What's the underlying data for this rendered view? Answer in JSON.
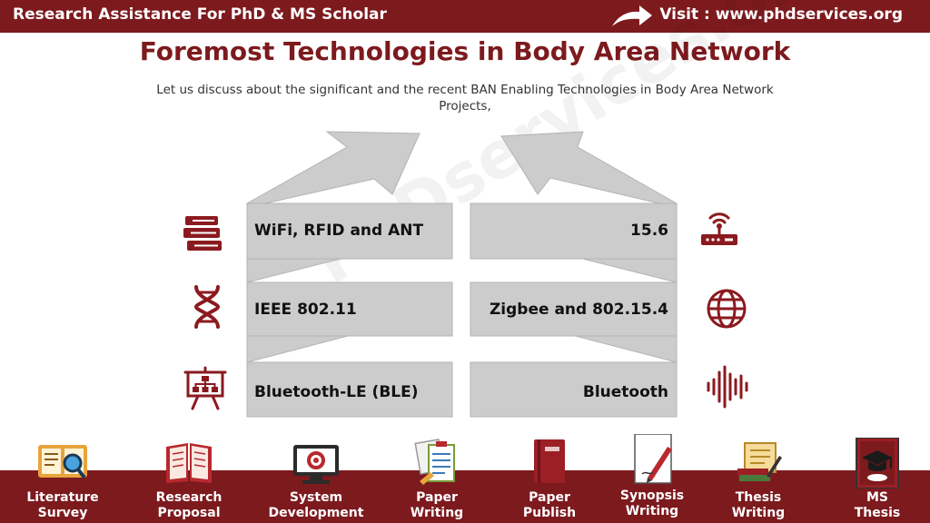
{
  "header": {
    "brand": "Research Assistance For PhD & MS Scholar",
    "visit": "Visit : www.phdservices.org"
  },
  "title": "Foremost Technologies in Body Area Network",
  "subtitle": "Let us discuss about the significant and the recent BAN Enabling Technologies in Body Area Network Projects,",
  "watermark": "PhDservices.org",
  "technologies": {
    "left": [
      "WiFi, RFID and ANT",
      "IEEE 802.11",
      "Bluetooth-LE (BLE)"
    ],
    "right": [
      "15.6",
      "Zigbee and 802.15.4",
      "Bluetooth"
    ]
  },
  "icons": {
    "left": [
      "books-icon",
      "dna-icon",
      "presentation-board-icon"
    ],
    "right": [
      "router-icon",
      "globe-icon",
      "sound-wave-icon"
    ]
  },
  "services": [
    {
      "label": "Literature\nSurvey",
      "icon": "literature-survey-icon"
    },
    {
      "label": "Research\nProposal",
      "icon": "research-proposal-icon"
    },
    {
      "label": "System\nDevelopment",
      "icon": "system-development-icon"
    },
    {
      "label": "Paper\nWriting",
      "icon": "paper-writing-icon"
    },
    {
      "label": "Paper\nPublish",
      "icon": "paper-publish-icon"
    },
    {
      "label": "Synopsis\nWriting",
      "icon": "synopsis-writing-icon"
    },
    {
      "label": "Thesis\nWriting",
      "icon": "thesis-writing-icon"
    },
    {
      "label": "MS\nThesis",
      "icon": "ms-thesis-icon"
    }
  ],
  "colors": {
    "brand": "#7d1a1e",
    "box": "#cccccc",
    "box_border": "#b3b3b3",
    "icon": "#8b1a1f"
  }
}
